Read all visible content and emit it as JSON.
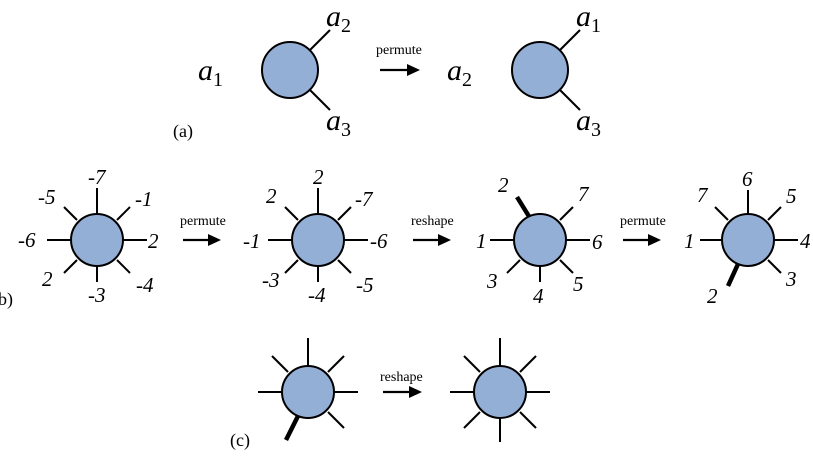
{
  "panels": {
    "a": {
      "label": "(a)",
      "arrow": "permute",
      "left": {
        "a1": "a",
        "a1_sub": "1",
        "a2": "a",
        "a2_sub": "2",
        "a3": "a",
        "a3_sub": "3"
      },
      "right": {
        "left_label": "a",
        "left_sub": "2",
        "top_label": "a",
        "top_sub": "1",
        "bottom_label": "a",
        "bottom_sub": "3"
      }
    },
    "b": {
      "label": "(b)",
      "arrows": [
        "permute",
        "reshape",
        "permute"
      ],
      "tensors": [
        {
          "labels": {
            "top": "-7",
            "top_left": "-5",
            "top_right": "-1",
            "left": "-6",
            "right": "2",
            "bottom_left": "2",
            "bottom": "-3",
            "bottom_right": "-4"
          }
        },
        {
          "labels": {
            "top": "2",
            "top_left": "2",
            "top_right": "-7",
            "left": "-1",
            "right": "-6",
            "bottom_left": "-3",
            "bottom": "-4",
            "bottom_right": "-5"
          }
        },
        {
          "labels": {
            "top_left": "2",
            "top_right": "7",
            "left": "1",
            "right": "6",
            "bottom_left": "3",
            "bottom": "4",
            "bottom_right": "5"
          }
        },
        {
          "labels": {
            "top": "6",
            "top_left": "7",
            "top_right": "5",
            "left": "1",
            "right": "4",
            "bottom_left": "2",
            "bottom_right": "3"
          }
        }
      ]
    },
    "c": {
      "label": "(c)",
      "arrow": "reshape"
    }
  },
  "colors": {
    "node_fill": "#94afd6",
    "stroke": "#000000"
  }
}
